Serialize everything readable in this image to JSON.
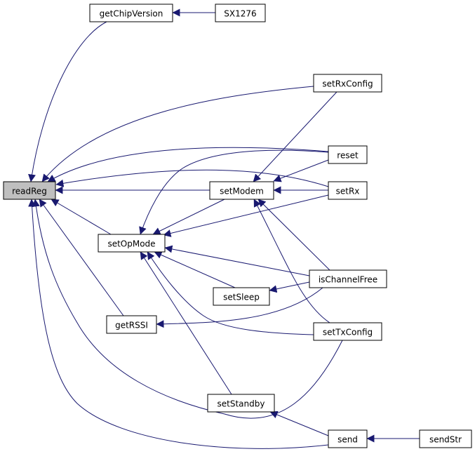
{
  "diagram": {
    "root": "readReg",
    "nodes": {
      "readReg": "readReg",
      "getChipVersion": "getChipVersion",
      "SX1276": "SX1276",
      "setRxConfig": "setRxConfig",
      "reset": "reset",
      "setModem": "setModem",
      "setRx": "setRx",
      "setOpMode": "setOpMode",
      "isChannelFree": "isChannelFree",
      "setSleep": "setSleep",
      "getRSSI": "getRSSI",
      "setTxConfig": "setTxConfig",
      "setStandby": "setStandby",
      "send": "send",
      "sendStr": "sendStr"
    },
    "edges": [
      {
        "from": "getChipVersion",
        "to": "readReg"
      },
      {
        "from": "SX1276",
        "to": "getChipVersion"
      },
      {
        "from": "setRxConfig",
        "to": "readReg"
      },
      {
        "from": "reset",
        "to": "readReg"
      },
      {
        "from": "setRx",
        "to": "readReg"
      },
      {
        "from": "setModem",
        "to": "readReg"
      },
      {
        "from": "setOpMode",
        "to": "readReg"
      },
      {
        "from": "getRSSI",
        "to": "readReg"
      },
      {
        "from": "send",
        "to": "readReg"
      },
      {
        "from": "setTxConfig",
        "to": "readReg"
      },
      {
        "from": "setRxConfig",
        "to": "setModem"
      },
      {
        "from": "reset",
        "to": "setModem"
      },
      {
        "from": "setRx",
        "to": "setModem"
      },
      {
        "from": "isChannelFree",
        "to": "setModem"
      },
      {
        "from": "setTxConfig",
        "to": "setModem"
      },
      {
        "from": "reset",
        "to": "setOpMode"
      },
      {
        "from": "setModem",
        "to": "setOpMode"
      },
      {
        "from": "setRx",
        "to": "setOpMode"
      },
      {
        "from": "isChannelFree",
        "to": "setOpMode"
      },
      {
        "from": "setSleep",
        "to": "setOpMode"
      },
      {
        "from": "setTxConfig",
        "to": "setOpMode"
      },
      {
        "from": "setStandby",
        "to": "setOpMode"
      },
      {
        "from": "isChannelFree",
        "to": "setSleep"
      },
      {
        "from": "isChannelFree",
        "to": "getRSSI"
      },
      {
        "from": "send",
        "to": "setStandby"
      },
      {
        "from": "sendStr",
        "to": "send"
      }
    ],
    "colors": {
      "edge": "#191970",
      "root_fill": "#bfbfbf",
      "node_fill": "#ffffff",
      "node_border": "#000000"
    }
  }
}
